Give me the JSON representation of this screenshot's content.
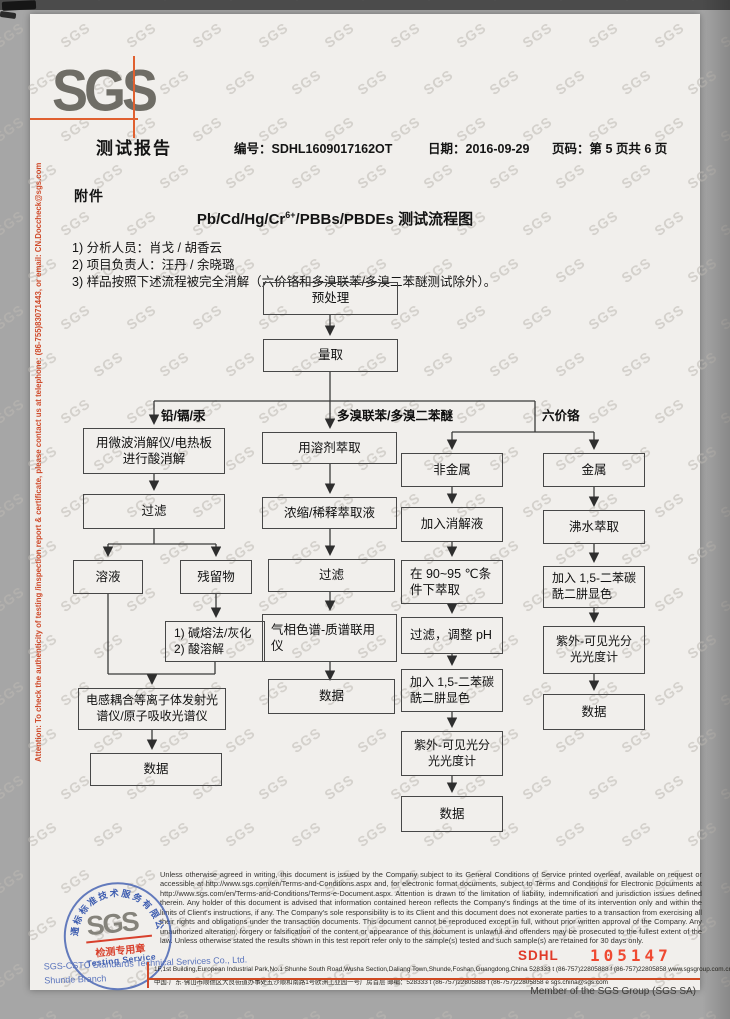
{
  "header": {
    "logo": "SGS",
    "report_title": "测试报告",
    "report_no_label": "编号：",
    "report_no": "SDHL1609017162OT",
    "date_label": "日期：",
    "date": "2016-09-29",
    "page_label": "页码：",
    "page": "第 5 页共 6 页"
  },
  "attachment_label": "附件",
  "title": {
    "pre": "Pb/Cd/Hg/Cr",
    "sup": "6+",
    "post": "/PBBs/PBDEs 测试流程图"
  },
  "notes": [
    "1) 分析人员：肖戈 / 胡香云",
    "2) 项目负责人：汪丹 / 余晓璐",
    "3) 样品按照下述流程被完全消解（六价铬和多溴联苯/多溴二苯醚测试除外）。"
  ],
  "side_note": "Attention: To check the authenticity of testing /inspection report & certificate, please contact us at telephone: (86-755)83071443, or email: CN.Doccheck@sgs.com",
  "flowchart": {
    "branch_labels": {
      "pb_cd_hg": "铅/镉/汞",
      "pbbs_pbdes": "多溴联苯/多溴二苯醚",
      "cr6": "六价铬"
    },
    "boxes": {
      "preprocess": "预处理",
      "measure": "量取",
      "acid_digestion": "用微波消解仪/电热板\n进行酸消解",
      "filter_a": "过滤",
      "solution": "溶液",
      "residue": "残留物",
      "alkali": "1) 碱熔法/灰化\n2) 酸溶解",
      "icp": "电感耦合等离子体发射光\n谱仪/原子吸收光谱仪",
      "data_a": "数据",
      "solvent_extract": "用溶剂萃取",
      "concentrate": "浓缩/稀释萃取液",
      "filter_b": "过滤",
      "gcms": "气相色谱-质谱联用\n仪",
      "data_b": "数据",
      "nonmetal": "非金属",
      "digest_solution": "加入消解液",
      "extract_90_95": "在 90~95 ℃条\n件下萃取",
      "filter_ph": "过滤，调整 pH",
      "color_c": "加入 1,5-二苯碳\n酰二肼显色",
      "uv_c": "紫外-可见光分\n光光度计",
      "data_c": "数据",
      "metal": "金属",
      "boiling_extract": "沸水萃取",
      "color_d": "加入 1,5-二苯碳\n酰二肼显色",
      "uv_d": "紫外-可见光分\n光光度计",
      "data_d": "数据"
    }
  },
  "footer": {
    "disclaimer": "Unless otherwise agreed in writing, this document is issued by the Company subject to its General Conditions of Service printed overleaf, available on request or accessible at http://www.sgs.com/en/Terms-and-Conditions.aspx and, for electronic format documents, subject to Terms and Conditions for Electronic Documents at http://www.sgs.com/en/Terms-and-Conditions/Terms-e-Document.aspx. Attention is drawn to the limitation of liability, indemnification and jurisdiction issues defined therein. Any holder of this document is advised that information contained hereon reflects the Company's findings at the time of its intervention only and within the limits of Client's instructions, if any. The Company's sole responsibility is to its Client and this document does not exonerate parties to a transaction from exercising all their rights and obligations under the transaction documents. This document cannot be reproduced except in full, without prior written approval of the Company. Any unauthorized alteration, forgery or falsification of the content or appearance of this document is unlawful and offenders may be prosecuted to the fullest extent of the law. Unless otherwise stated the results shown in this test report refer only to the sample(s) tested and such sample(s) are retained for 30 days only.",
    "stamp": {
      "arc_text": "通标标准技术服务有限公司",
      "logo": "SGS",
      "cn_label": "检测专用章",
      "en_label": "Testing Service"
    },
    "company_name": "SGS-CSTC Standards Technical Services Co., Ltd.",
    "branch_name": "Shunde Branch",
    "code": "SDHL",
    "serial": "105147",
    "address_en": "1F,1st Building,European Industrial Park,No.1 Shunhe South Road,Wusha Section,Daliang Town,Shunde,Foshan,Guangdong,China  528333   t (86-757)22805888   f (86-757)22805858   www.sgsgroup.com.cn",
    "address_cn": "中国·广东·佛山市顺德区大良街道办事处五沙顺和南路1号欧洲工业园一号厂房首层 邮编：528333   t (86-757)22805888   f (86-757)22805858   e sgs.china@sgs.com",
    "member_note": "Member of the SGS Group (SGS SA)",
    "watermark_text": "SGS"
  },
  "colors": {
    "accent_red": "#d0482a",
    "stamp_blue": "#3e5db0",
    "logo_gray": "#6f6d66",
    "paper": "#f1efec",
    "scanner_gray": "#a6a6a6"
  }
}
